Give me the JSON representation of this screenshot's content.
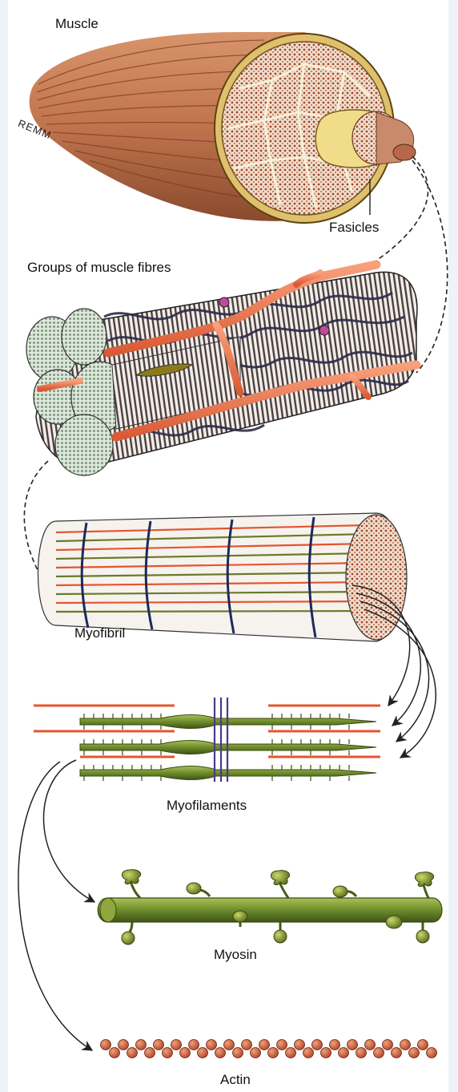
{
  "labels": {
    "muscle": "Muscle",
    "signature": "REMM",
    "fasicles": "Fasicles",
    "groups": "Groups of muscle fibres",
    "myofibril": "Myofibril",
    "myofilaments": "Myofilaments",
    "myosin": "Myosin",
    "actin": "Actin"
  },
  "colors": {
    "muscle_body": "#c9825a",
    "muscle_stripe": "#8e4a2c",
    "fascia": "#e8c77a",
    "fascicle_fill": "#c98a6c",
    "fibre_stripe": "#3a3a3a",
    "blood_vessel": "#f07d55",
    "nerve_mesh": "#2d2b4a",
    "myofibril_green": "#6b7a28",
    "actin_red": "#e4552f",
    "myosin_green": "#7d9a3a",
    "arrow": "#222222"
  },
  "icons": {
    "whole_muscle": "muscle-cross-section-illustration",
    "fibre_bundle": "muscle-fibre-bundle-illustration",
    "myofibril": "myofibril-illustration",
    "myofilaments": "myofilament-lattice-illustration",
    "myosin": "myosin-filament-illustration",
    "actin": "actin-filament-illustration"
  }
}
